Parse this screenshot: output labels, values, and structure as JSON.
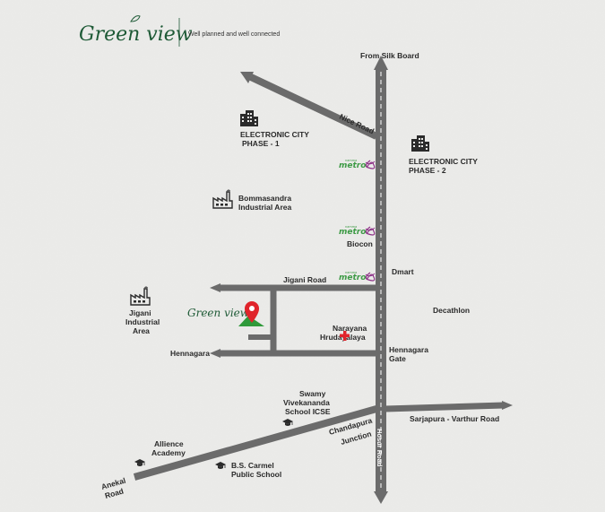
{
  "brand": {
    "logo_text": "Green view",
    "tagline": "Well planned and well connected"
  },
  "roads": {
    "from_silk_board": "From Silk Board",
    "nice_road": "Nice Road",
    "jigani_road": "Jigani Road",
    "hennagara": "Hennagara",
    "sarjapura_varthur": "Sarjapura - Varthur Road",
    "anekal_road_1": "Anekal",
    "anekal_road_2": "Road",
    "hosur_road": "Hosur Road"
  },
  "places": {
    "ec_phase1_line1": "ELECTRONIC CITY",
    "ec_phase1_line2": "PHASE - 1",
    "ec_phase2_line1": "ELECTRONIC CITY",
    "ec_phase2_line2": "PHASE - 2",
    "bommasandra_line1": "Bommasandra",
    "bommasandra_line2": "Industrial Area",
    "biocon": "Biocon",
    "dmart": "Dmart",
    "jigani_line1": "Jigani",
    "jigani_line2": "Industrial",
    "jigani_line3": "Area",
    "narayana_line1": "Narayana",
    "narayana_line2": "Hrudayalaya",
    "decathlon": "Decathlon",
    "hennagara_gate_line1": "Hennagara",
    "hennagara_gate_line2": "Gate",
    "swamy_line1": "Swamy",
    "swamy_line2": "Vivekananda",
    "swamy_line3": "School ICSE",
    "chandapura_line1": "Chandapura",
    "chandapura_line2": "Junction",
    "allience_line1": "Allience",
    "allience_line2": "Academy",
    "bs_carmel_line1": "B.S. Carmel",
    "bs_carmel_line2": "Public School"
  },
  "metro": {
    "label": "metro",
    "small": "namma"
  },
  "project_marker": {
    "label": "Green view"
  },
  "colors": {
    "background": "#ececea",
    "road": "#6b6b6b",
    "brand_green": "#1e5a36",
    "marker_red": "#e0242b",
    "marker_green": "#2f9a3a",
    "metro_green": "#3e9b46",
    "metro_purple": "#8c2f86",
    "hospital_red": "#e0242b"
  }
}
